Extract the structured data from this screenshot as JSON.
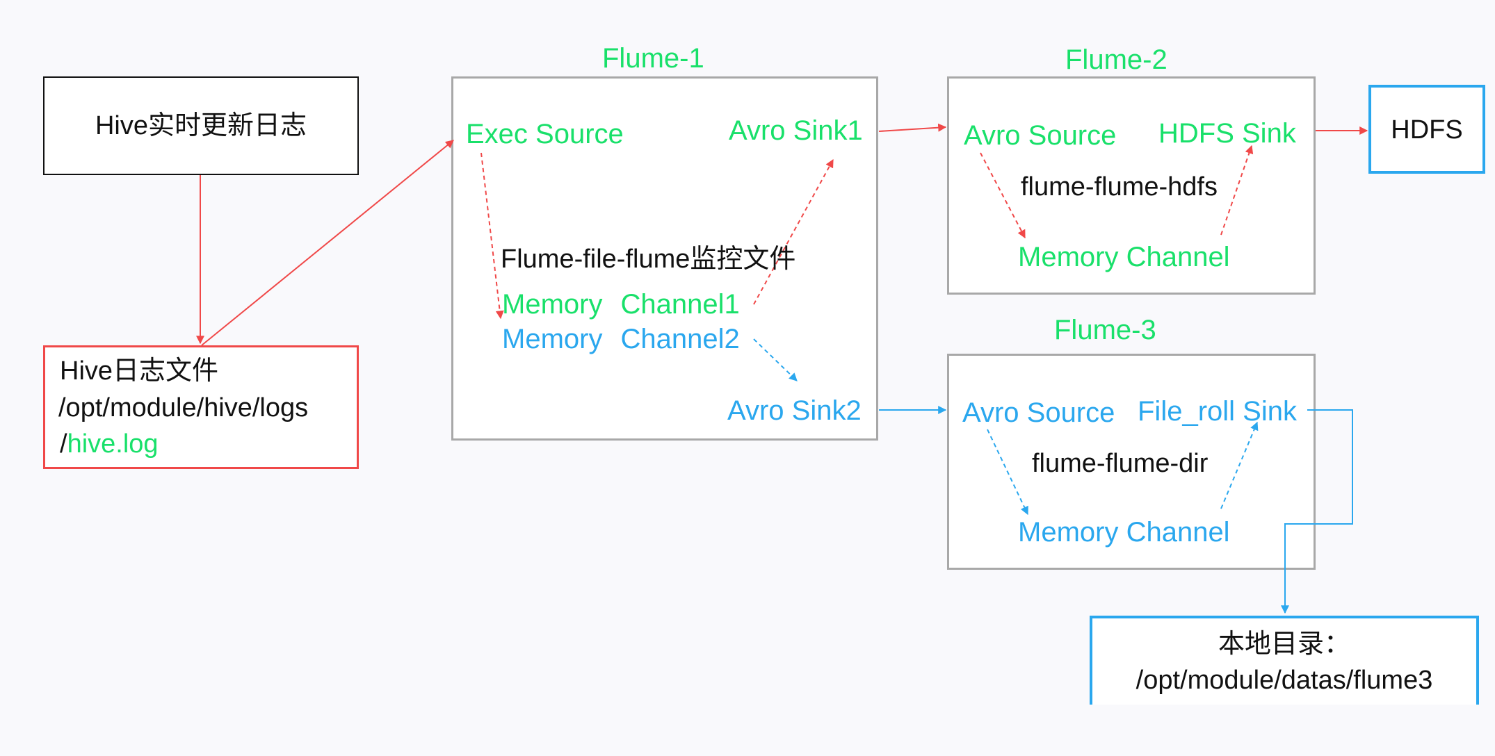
{
  "colors": {
    "green": "#19e06a",
    "blue": "#2aa7ee",
    "red": "#f04848",
    "gray_border": "#a8a8a8",
    "black": "#111111"
  },
  "hive_log_box": {
    "text": "Hive实时更新日志"
  },
  "hive_file_box": {
    "line1": "Hive日志文件",
    "line2": "/opt/module/hive/logs",
    "line3_prefix": "/",
    "line3_highlight": "hive.log"
  },
  "flume1": {
    "title": "Flume-1",
    "exec_source": "Exec Source",
    "avro_sink1": "Avro Sink1",
    "caption": "Flume-file-flume监控文件",
    "memory1_a": "Memory",
    "memory1_b": "Channel1",
    "memory2_a": "Memory",
    "memory2_b": "Channel2",
    "avro_sink2": "Avro Sink2"
  },
  "flume2": {
    "title": "Flume-2",
    "avro_source": "Avro Source",
    "hdfs_sink": "HDFS Sink",
    "caption": "flume-flume-hdfs",
    "memory_channel": "Memory Channel"
  },
  "flume3": {
    "title": "Flume-3",
    "avro_source": "Avro Source",
    "file_roll_sink": "File_roll Sink",
    "caption": "flume-flume-dir",
    "memory_channel": "Memory Channel"
  },
  "hdfs_box": {
    "text": "HDFS"
  },
  "local_dir_box": {
    "line1": "本地目录：",
    "line2": "/opt/module/datas/flume3"
  }
}
